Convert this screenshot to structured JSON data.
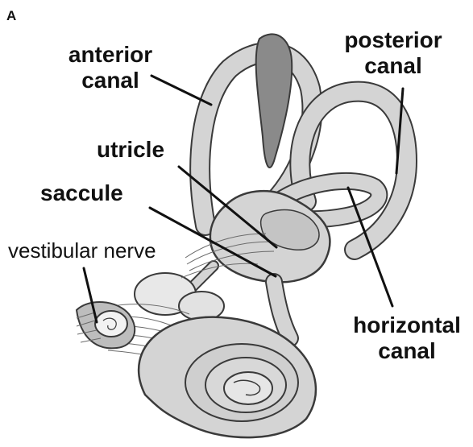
{
  "panel_letter": "A",
  "labels": {
    "anterior_canal": {
      "line1": "anterior",
      "line2": "canal"
    },
    "posterior_canal": {
      "line1": "posterior",
      "line2": "canal"
    },
    "utricle": "utricle",
    "saccule": "saccule",
    "vestibular_nerve": "vestibular nerve",
    "horizontal_canal": {
      "line1": "horizontal",
      "line2": "canal"
    }
  },
  "colors": {
    "structure_fill": "#d4d4d4",
    "structure_stroke": "#3a3a3a",
    "ampulla_fill": "#8a8a8a",
    "leader_line": "#111111",
    "nerve_hatch": "#6b6b6b"
  }
}
